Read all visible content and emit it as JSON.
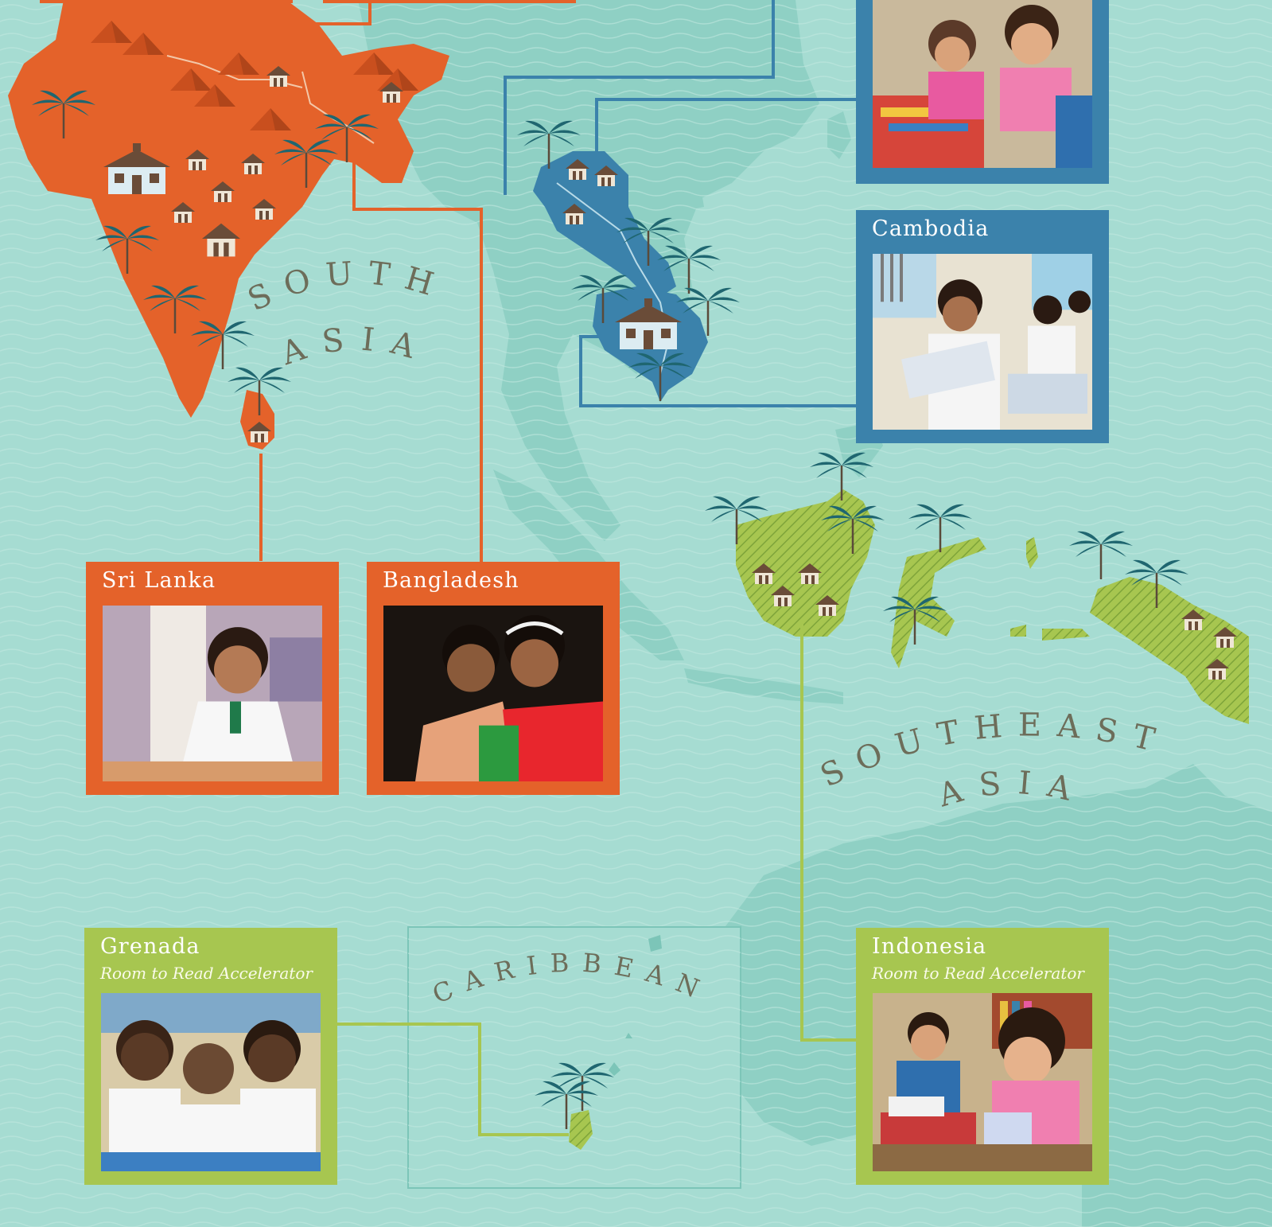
{
  "colors": {
    "ocean": "#a6dcd2",
    "land": "#8fd0c4",
    "south_asia": "#e4622a",
    "mekong": "#3b82ab",
    "southeast": "#a7c650",
    "caribbean_box": "#7cc5b8",
    "label": "#6d6d5a"
  },
  "regions": {
    "south_asia": {
      "line1": "SOUTH",
      "line2": "ASIA"
    },
    "southeast_asia": {
      "line1": "SOUTHEAST",
      "line2": "ASIA"
    },
    "caribbean": {
      "line1": "CARIBBEAN"
    }
  },
  "countries": {
    "sri_lanka": {
      "name": "Sri Lanka",
      "photo": "photo-children-reading"
    },
    "bangladesh": {
      "name": "Bangladesh",
      "photo": "photo-two-girls"
    },
    "cambodia": {
      "name": "Cambodia",
      "photo": "photo-students-reading"
    },
    "laos": {
      "name": "",
      "photo": "photo-children-with-books"
    },
    "grenada": {
      "name": "Grenada",
      "subtitle": "Room to Read Accelerator",
      "photo": "photo-three-students"
    },
    "indonesia": {
      "name": "Indonesia",
      "subtitle": "Room to Read Accelerator",
      "photo": "photo-children-library"
    }
  },
  "icons": [
    "palm-tree-icon",
    "hut-icon",
    "school-icon",
    "mountain-icon"
  ]
}
